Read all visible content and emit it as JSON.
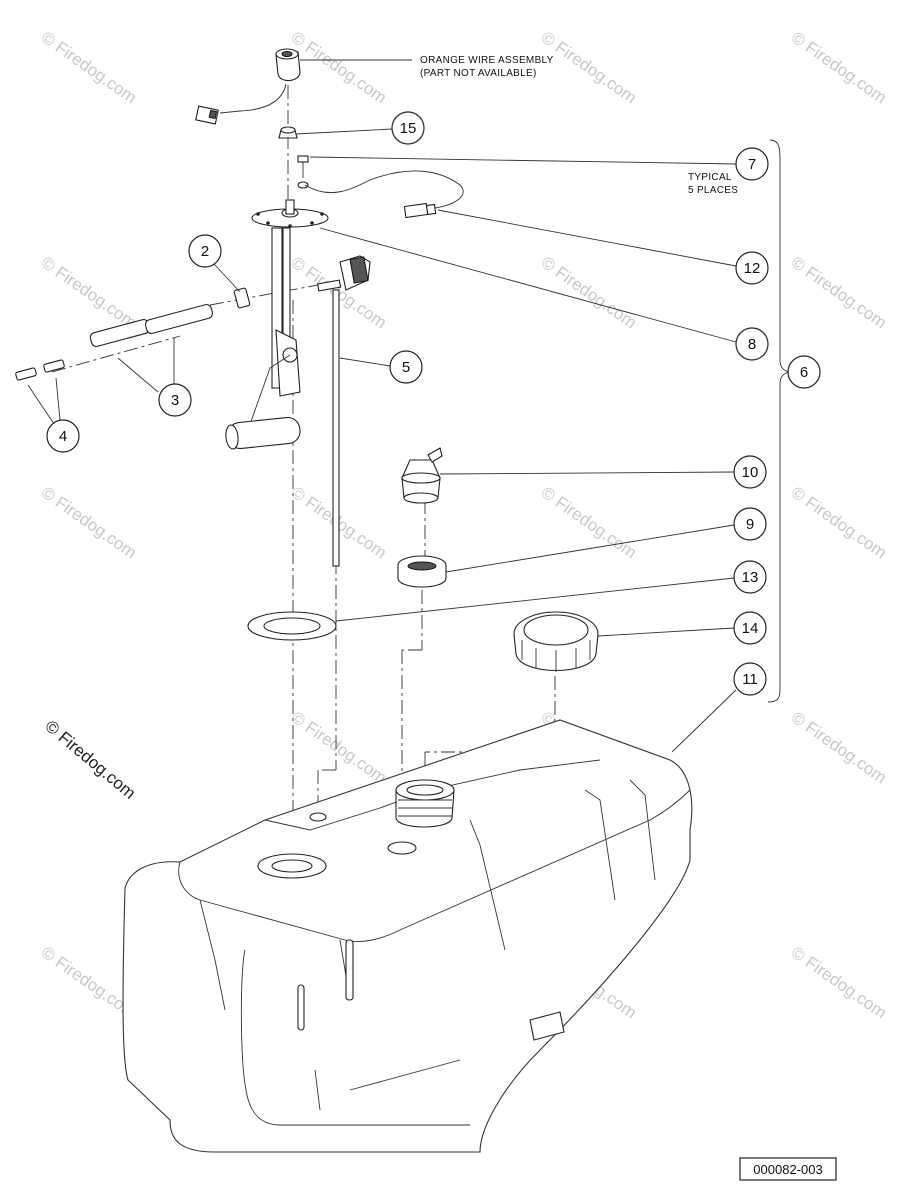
{
  "note_orange_wire": {
    "line1": "ORANGE WIRE ASSEMBLY",
    "line2": "(PART NOT AVAILABLE)"
  },
  "note_typical": {
    "line1": "TYPICAL",
    "line2": "5 PLACES"
  },
  "callouts": {
    "c2": "2",
    "c3": "3",
    "c4": "4",
    "c5": "5",
    "c6": "6",
    "c7": "7",
    "c8": "8",
    "c9": "9",
    "c10": "10",
    "c11": "11",
    "c12": "12",
    "c13": "13",
    "c14": "14",
    "c15": "15"
  },
  "copyright": "© Firedog.com",
  "watermark": "© Firedog.com",
  "document_number": "000082-003",
  "colors": {
    "line": "#222222",
    "watermark": "#c8c8c8",
    "background": "#ffffff"
  }
}
